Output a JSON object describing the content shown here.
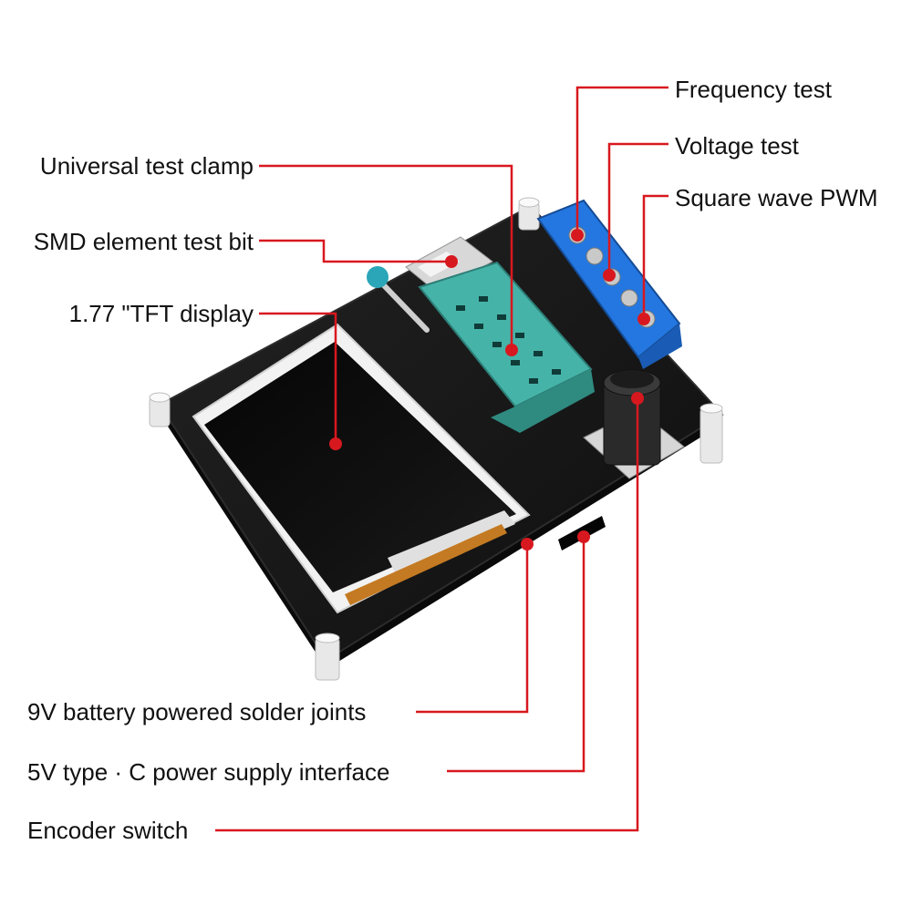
{
  "labels": {
    "frequency_test": "Frequency test",
    "voltage_test": "Voltage test",
    "square_wave_pwm": "Square wave PWM",
    "universal_test_clamp": "Universal test clamp",
    "smd_element_test_bit": "SMD element test bit",
    "tft_display": "1.77 \"TFT display",
    "battery_solder_joints": "9V battery powered solder joints",
    "typec_power_interface": "5V type · C power supply interface",
    "encoder_switch": "Encoder switch"
  },
  "colors": {
    "callout_line": "#d8181f",
    "board": "#1a1a1a",
    "terminal_block": "#1e6fd9",
    "zif_socket": "#3fa39a",
    "screen_bezel": "#f2f2f2",
    "background": "#ffffff"
  }
}
